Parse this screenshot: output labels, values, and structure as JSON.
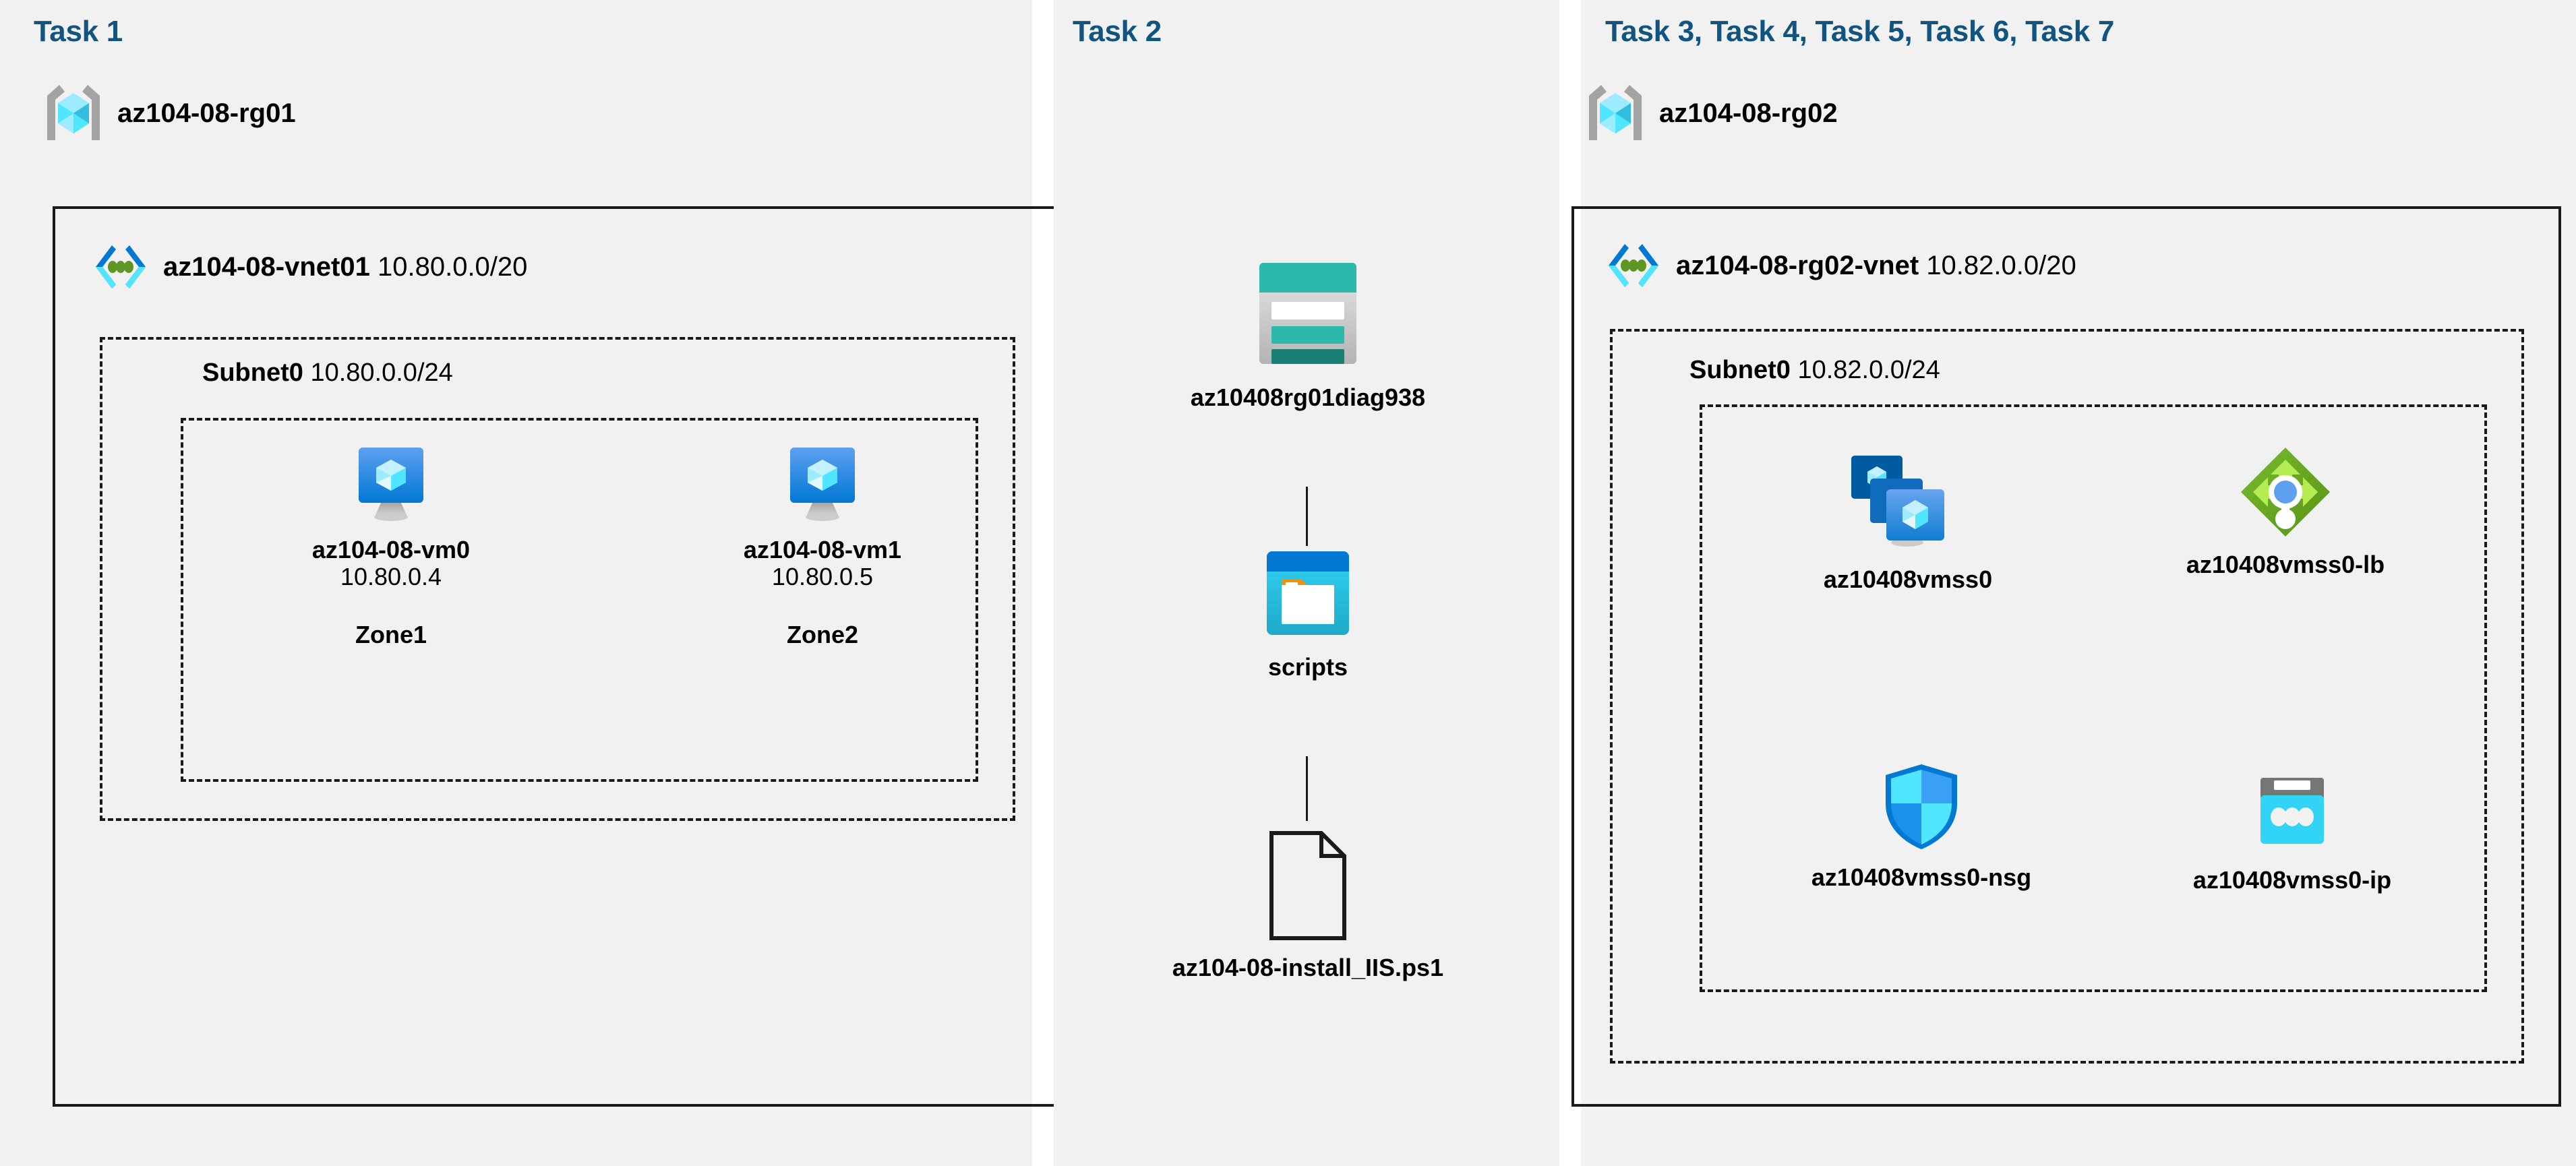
{
  "panels": [
    {
      "id": "task1",
      "header": "Task 1"
    },
    {
      "id": "task2",
      "header": "Task 2"
    },
    {
      "id": "task3",
      "header": "Task 3, Task 4, Task 5, Task 6, Task 7"
    }
  ],
  "colors": {
    "panel_bg": "#f1f1f1",
    "page_bg": "#ffffff",
    "header_blue": "#10547f",
    "border": "#1a1a1a",
    "azure_blue": "#0078d4",
    "azure_cyan": "#50e6ff",
    "vnet_green_dot": "#5e9624",
    "lb_green": "#6aa81f",
    "storage_teal": "#2bb9ab"
  },
  "task1": {
    "header": "Task 1",
    "resource_group": {
      "name": "az104-08-rg01",
      "icon": "resource-group-icon"
    },
    "vnet": {
      "name": "az104-08-vnet01",
      "cidr": "10.80.0.0/20",
      "icon": "virtual-network-icon"
    },
    "subnet": {
      "name": "Subnet0",
      "cidr": "10.80.0.0/24"
    },
    "vms": [
      {
        "name": "az104-08-vm0",
        "ip": "10.80.0.4",
        "zone": "Zone1",
        "icon": "virtual-machine-icon"
      },
      {
        "name": "az104-08-vm1",
        "ip": "10.80.0.5",
        "zone": "Zone2",
        "icon": "virtual-machine-icon"
      }
    ]
  },
  "task2": {
    "header": "Task 2",
    "nodes": [
      {
        "name": "az10408rg01diag938",
        "icon": "storage-account-icon"
      },
      {
        "name": "scripts",
        "icon": "blob-container-icon"
      },
      {
        "name": "az104-08-install_IIS.ps1",
        "icon": "file-document-icon"
      }
    ]
  },
  "task3": {
    "header": "Task 3, Task 4, Task 5, Task 6, Task 7",
    "resource_group": {
      "name": "az104-08-rg02",
      "icon": "resource-group-icon"
    },
    "vnet": {
      "name": "az104-08-rg02-vnet",
      "cidr": "10.82.0.0/20",
      "icon": "virtual-network-icon"
    },
    "subnet": {
      "name": "Subnet0",
      "cidr": "10.82.0.0/24"
    },
    "resources": [
      {
        "name": "az10408vmss0",
        "icon": "vm-scale-set-icon"
      },
      {
        "name": "az10408vmss0-lb",
        "icon": "load-balancer-icon"
      },
      {
        "name": "az10408vmss0-nsg",
        "icon": "network-security-group-icon"
      },
      {
        "name": "az10408vmss0-ip",
        "icon": "public-ip-address-icon"
      }
    ]
  }
}
